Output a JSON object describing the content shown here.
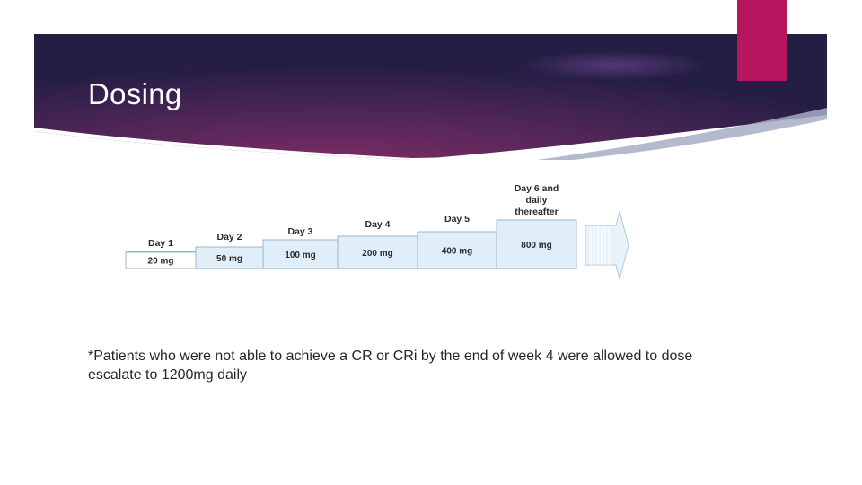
{
  "slide": {
    "title": "Dosing",
    "footnote": "*Patients who were not able to achieve a CR or CRi by the end of week 4 were allowed to dose escalate to 1200mg daily"
  },
  "colors": {
    "banner_dark": "#2a2148",
    "banner_mid": "#6b2a5e",
    "accent": "#b7165f",
    "step_fill": "#dfeef8",
    "step_stroke": "#9fb4c4"
  },
  "dosing_schedule": {
    "steps": [
      {
        "label": [
          "Day 1"
        ],
        "dose": "20 mg"
      },
      {
        "label": [
          "Day 2"
        ],
        "dose": "50 mg"
      },
      {
        "label": [
          "Day 3"
        ],
        "dose": "100 mg"
      },
      {
        "label": [
          "Day 4"
        ],
        "dose": "200 mg"
      },
      {
        "label": [
          "Day 5"
        ],
        "dose": "400 mg"
      },
      {
        "label": [
          "Day 6 and",
          "daily",
          "thereafter"
        ],
        "dose": "800 mg"
      }
    ]
  }
}
